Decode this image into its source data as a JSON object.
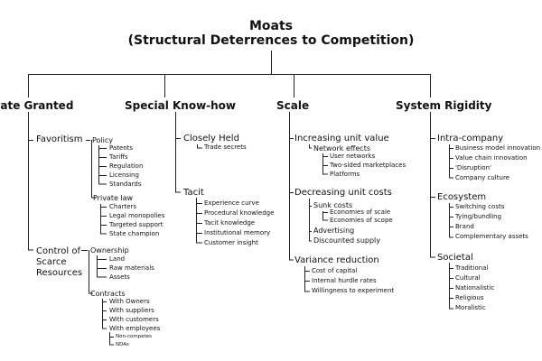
{
  "title": "Moats",
  "subtitle": "(Structural Deterrences to Competition)",
  "categories": {
    "state_granted": {
      "label": "State Granted",
      "favoritism": {
        "label": "Favoritism",
        "policy": {
          "label": "Policy",
          "items": [
            "Patents",
            "Tariffs",
            "Regulation",
            "Licensing",
            "Standards"
          ]
        },
        "private_law": {
          "label": "Private law",
          "items": [
            "Charters",
            "Legal monopolies",
            "Targeted support",
            "State champion"
          ]
        }
      },
      "control": {
        "label": "Control of Scarce Resources",
        "ownership": {
          "label": "Ownership",
          "items": [
            "Land",
            "Raw materials",
            "Assets"
          ]
        },
        "contracts": {
          "label": "Contracts",
          "items": [
            "With Owners",
            "With suppliers",
            "With customers",
            "With employees"
          ],
          "employee_items": [
            "Non-competes",
            "NDAs"
          ]
        }
      }
    },
    "special_knowhow": {
      "label": "Special Know-how",
      "closely_held": {
        "label": "Closely Held",
        "items": [
          "Trade secrets"
        ]
      },
      "tacit": {
        "label": "Tacit",
        "items": [
          "Experience curve",
          "Procedural knowledge",
          "Tacit knowledge",
          "Institutional memory",
          "Customer insight"
        ]
      }
    },
    "scale": {
      "label": "Scale",
      "increasing": {
        "label": "Increasing unit value",
        "network_effects": {
          "label": "Network effects",
          "items": [
            "User networks",
            "Two-sided marketplaces",
            "Platforms"
          ]
        }
      },
      "decreasing": {
        "label": "Decreasing unit costs",
        "sunk_costs": {
          "label": "Sunk costs",
          "items": [
            "Economies of scale",
            "Economies of scope"
          ]
        },
        "items": [
          "Advertising",
          "Discounted supply"
        ]
      },
      "variance": {
        "label": "Variance reduction",
        "items": [
          "Cost of capital",
          "Internal hurdle rates",
          "Willingness to experiment"
        ]
      }
    },
    "system_rigidity": {
      "label": "System Rigidity",
      "intra": {
        "label": "Intra-company",
        "items": [
          "Business model innovation",
          "Value chain innovation",
          "'Disruption'",
          "Company culture"
        ]
      },
      "ecosystem": {
        "label": "Ecosystem",
        "items": [
          "Switching costs",
          "Tying/bundling",
          "Brand",
          "Complementary assets"
        ]
      },
      "societal": {
        "label": "Societal",
        "items": [
          "Traditional",
          "Cultural",
          "Nationalistic",
          "Religious",
          "Moralistic"
        ]
      }
    }
  }
}
